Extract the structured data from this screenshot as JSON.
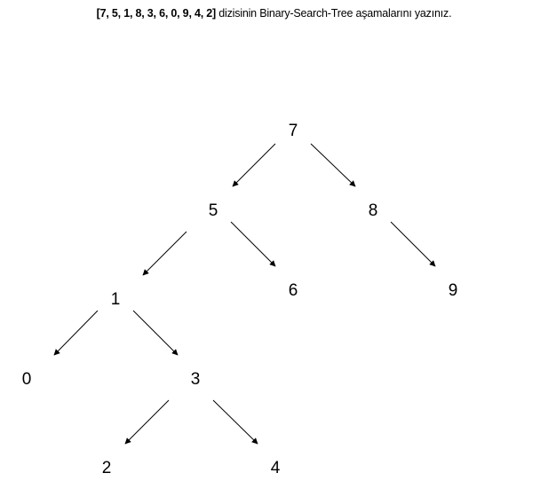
{
  "question": {
    "array_text": "[7, 5, 1, 8, 3, 6, 0, 9, 4, 2]",
    "rest_text": " dizisinin Binary-Search-Tree aşamalarını yazınız."
  },
  "tree": {
    "nodes": [
      {
        "id": "n7",
        "label": "7"
      },
      {
        "id": "n5",
        "label": "5"
      },
      {
        "id": "n8",
        "label": "8"
      },
      {
        "id": "n1",
        "label": "1"
      },
      {
        "id": "n6",
        "label": "6"
      },
      {
        "id": "n9",
        "label": "9"
      },
      {
        "id": "n0",
        "label": "0"
      },
      {
        "id": "n3",
        "label": "3"
      },
      {
        "id": "n2",
        "label": "2"
      },
      {
        "id": "n4",
        "label": "4"
      }
    ],
    "edges": [
      {
        "from": "7",
        "to": "5"
      },
      {
        "from": "7",
        "to": "8"
      },
      {
        "from": "5",
        "to": "1"
      },
      {
        "from": "5",
        "to": "6"
      },
      {
        "from": "8",
        "to": "9"
      },
      {
        "from": "1",
        "to": "0"
      },
      {
        "from": "1",
        "to": "3"
      },
      {
        "from": "3",
        "to": "2"
      },
      {
        "from": "3",
        "to": "4"
      }
    ]
  }
}
